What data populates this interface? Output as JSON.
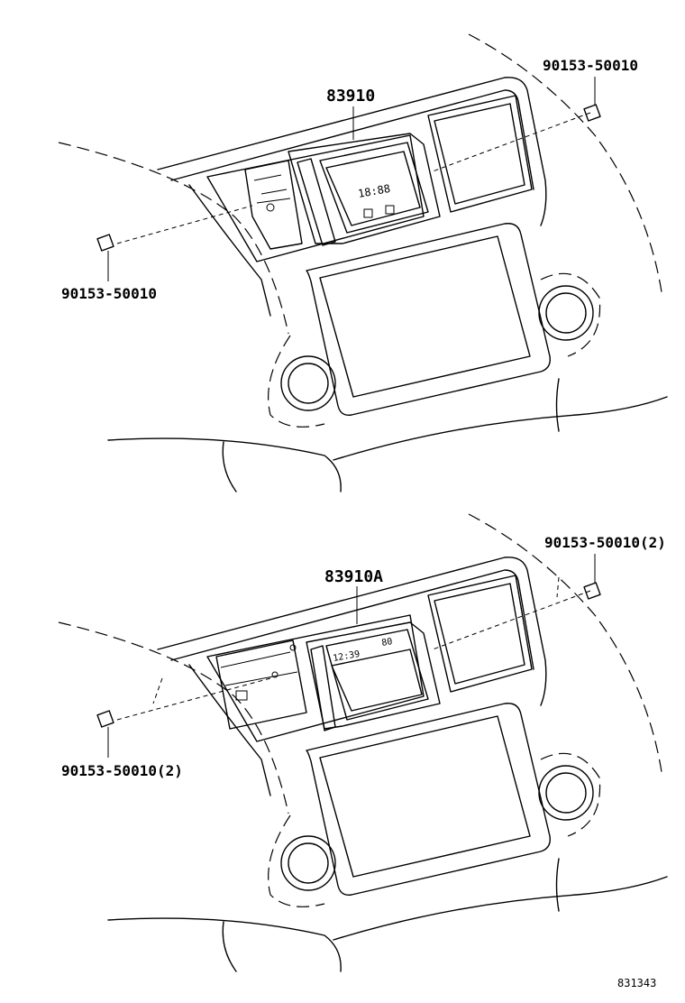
{
  "top_view": {
    "part_number": "83910",
    "screw_right": "90153-50010",
    "screw_left": "90153-50010",
    "display_time": "18:88"
  },
  "bottom_view": {
    "part_number": "83910A",
    "screw_right": "90153-50010(2)",
    "screw_left": "90153-50010(2)",
    "display_left": "12:39",
    "display_right": "80"
  },
  "figure_id": "831343"
}
